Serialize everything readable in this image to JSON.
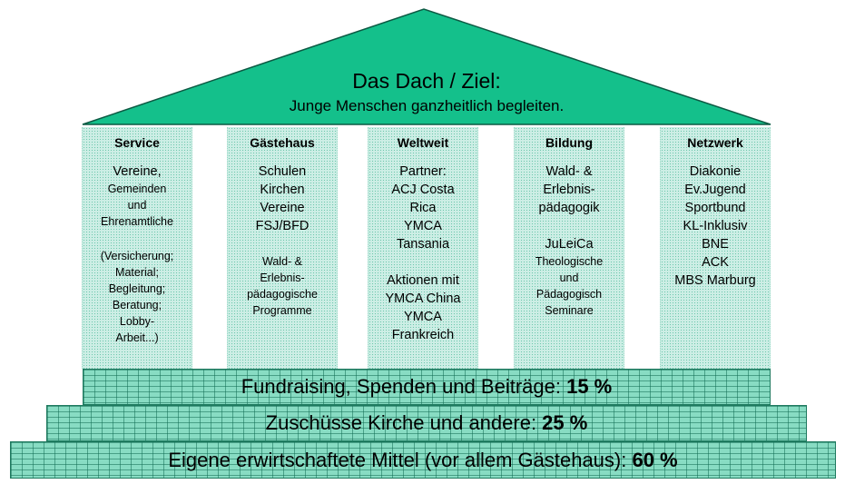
{
  "roof": {
    "title": "Das Dach / Ziel:",
    "subtitle": "Junge Menschen ganzheitlich begleiten."
  },
  "pillars": [
    {
      "title": "Service",
      "lines": [
        {
          "text": "Vereine,",
          "size": "normal"
        },
        {
          "text": "Gemeinden",
          "size": "small"
        },
        {
          "text": "und",
          "size": "small"
        },
        {
          "text": "Ehrenamtliche",
          "size": "small"
        },
        {
          "text": "",
          "size": "gap"
        },
        {
          "text": "(Versicherung;",
          "size": "small"
        },
        {
          "text": "Material;",
          "size": "small"
        },
        {
          "text": "Begleitung;",
          "size": "small"
        },
        {
          "text": "Beratung;",
          "size": "small"
        },
        {
          "text": "Lobby-",
          "size": "small"
        },
        {
          "text": "Arbeit...)",
          "size": "small"
        }
      ]
    },
    {
      "title": "Gästehaus",
      "lines": [
        {
          "text": "Schulen",
          "size": "normal"
        },
        {
          "text": "Kirchen",
          "size": "normal"
        },
        {
          "text": "Vereine",
          "size": "normal"
        },
        {
          "text": "FSJ/BFD",
          "size": "normal"
        },
        {
          "text": "",
          "size": "gap"
        },
        {
          "text": "Wald- &",
          "size": "small"
        },
        {
          "text": "Erlebnis-",
          "size": "small"
        },
        {
          "text": "pädagogische",
          "size": "small"
        },
        {
          "text": "Programme",
          "size": "small"
        }
      ]
    },
    {
      "title": "Weltweit",
      "lines": [
        {
          "text": "Partner:",
          "size": "normal"
        },
        {
          "text": "ACJ Costa",
          "size": "normal"
        },
        {
          "text": "Rica",
          "size": "normal"
        },
        {
          "text": "YMCA",
          "size": "normal"
        },
        {
          "text": "Tansania",
          "size": "normal"
        },
        {
          "text": "",
          "size": "gap"
        },
        {
          "text": "Aktionen mit",
          "size": "normal"
        },
        {
          "text": "YMCA China",
          "size": "normal"
        },
        {
          "text": "YMCA",
          "size": "normal"
        },
        {
          "text": "Frankreich",
          "size": "normal"
        }
      ]
    },
    {
      "title": "Bildung",
      "lines": [
        {
          "text": "Wald- &",
          "size": "normal"
        },
        {
          "text": "Erlebnis-",
          "size": "normal"
        },
        {
          "text": "pädagogik",
          "size": "normal"
        },
        {
          "text": "",
          "size": "gap"
        },
        {
          "text": "JuLeiCa",
          "size": "normal"
        },
        {
          "text": "Theologische",
          "size": "small"
        },
        {
          "text": "und",
          "size": "small"
        },
        {
          "text": "Pädagogisch",
          "size": "small"
        },
        {
          "text": "Seminare",
          "size": "small"
        }
      ]
    },
    {
      "title": "Netzwerk",
      "lines": [
        {
          "text": "Diakonie",
          "size": "normal"
        },
        {
          "text": "Ev.Jugend",
          "size": "normal"
        },
        {
          "text": "Sportbund",
          "size": "normal"
        },
        {
          "text": "KL-Inklusiv",
          "size": "normal"
        },
        {
          "text": "BNE",
          "size": "normal"
        },
        {
          "text": "ACK",
          "size": "normal"
        },
        {
          "text": "MBS Marburg",
          "size": "normal"
        }
      ]
    }
  ],
  "foundation": [
    {
      "text": "Fundraising, Spenden und Beiträge: ",
      "value": "15 %"
    },
    {
      "text": "Zuschüsse Kirche und andere: ",
      "value": "25 %"
    },
    {
      "text": "Eigene erwirtschaftete Mittel (vor allem Gästehaus): ",
      "value": "60 %"
    }
  ],
  "colors": {
    "roof": "#14c08b",
    "roof_outline": "#0c5a43",
    "pillar": "#cdeee5",
    "step": "#88dcc3"
  }
}
